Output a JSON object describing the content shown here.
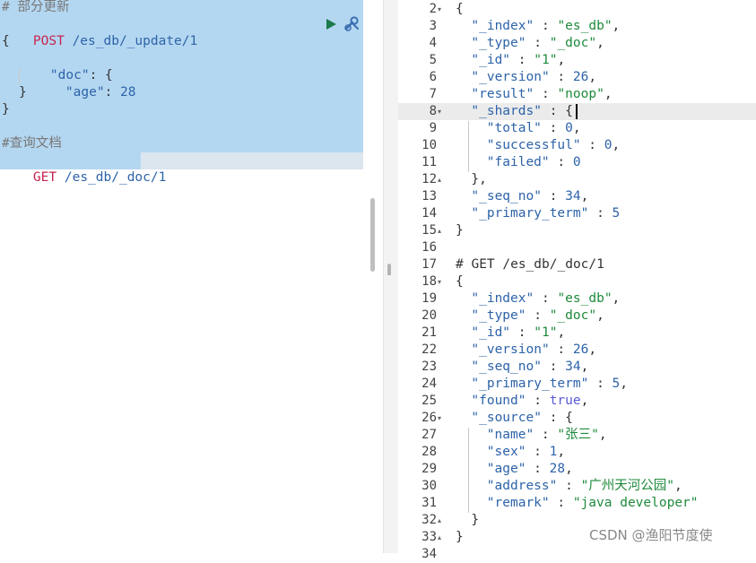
{
  "request": {
    "comment1": "# 部分更新",
    "method1": "POST",
    "path1": " /es_db/_update/1",
    "body": {
      "open": "{",
      "doc_key": "\"doc\"",
      "doc_sep": ": {",
      "age_key": "\"age\"",
      "age_sep": ": ",
      "age_val": "28",
      "inner_close": "}",
      "outer_close": "}"
    },
    "comment2": "#查询文档",
    "method2": "GET",
    "path2": " /es_db/_doc/1"
  },
  "response": {
    "lines": [
      {
        "n": "2",
        "fold": "▾",
        "t": "{"
      },
      {
        "n": "3",
        "k": "\"_index\"",
        "v": "\"es_db\"",
        "vt": "str",
        "c": ","
      },
      {
        "n": "4",
        "k": "\"_type\"",
        "v": "\"_doc\"",
        "vt": "str",
        "c": ","
      },
      {
        "n": "5",
        "k": "\"_id\"",
        "v": "\"1\"",
        "vt": "str",
        "c": ","
      },
      {
        "n": "6",
        "k": "\"_version\"",
        "v": "26",
        "vt": "num",
        "c": ","
      },
      {
        "n": "7",
        "k": "\"result\"",
        "v": "\"noop\"",
        "vt": "str",
        "c": ","
      },
      {
        "n": "8",
        "fold": "▾",
        "k": "\"_shards\"",
        "v": "{",
        "vt": "punc",
        "c": ""
      },
      {
        "n": "9",
        "k": "\"total\"",
        "v": "0",
        "vt": "num",
        "c": ",",
        "d": 2
      },
      {
        "n": "10",
        "k": "\"successful\"",
        "v": "0",
        "vt": "num",
        "c": ",",
        "d": 2
      },
      {
        "n": "11",
        "k": "\"failed\"",
        "v": "0",
        "vt": "num",
        "c": "",
        "d": 2
      },
      {
        "n": "12",
        "fold": "▴",
        "t": "},",
        "d": 1
      },
      {
        "n": "13",
        "k": "\"_seq_no\"",
        "v": "34",
        "vt": "num",
        "c": ","
      },
      {
        "n": "14",
        "k": "\"_primary_term\"",
        "v": "5",
        "vt": "num",
        "c": ""
      },
      {
        "n": "15",
        "fold": "▴",
        "t": "}"
      },
      {
        "n": "16",
        "t": ""
      },
      {
        "n": "17",
        "t": "# GET /es_db/_doc/1",
        "cm": true
      },
      {
        "n": "18",
        "fold": "▾",
        "t": "{"
      },
      {
        "n": "19",
        "k": "\"_index\"",
        "v": "\"es_db\"",
        "vt": "str",
        "c": ","
      },
      {
        "n": "20",
        "k": "\"_type\"",
        "v": "\"_doc\"",
        "vt": "str",
        "c": ","
      },
      {
        "n": "21",
        "k": "\"_id\"",
        "v": "\"1\"",
        "vt": "str",
        "c": ","
      },
      {
        "n": "22",
        "k": "\"_version\"",
        "v": "26",
        "vt": "num",
        "c": ","
      },
      {
        "n": "23",
        "k": "\"_seq_no\"",
        "v": "34",
        "vt": "num",
        "c": ","
      },
      {
        "n": "24",
        "k": "\"_primary_term\"",
        "v": "5",
        "vt": "num",
        "c": ","
      },
      {
        "n": "25",
        "k": "\"found\"",
        "v": "true",
        "vt": "bool",
        "c": ","
      },
      {
        "n": "26",
        "fold": "▾",
        "k": "\"_source\"",
        "v": "{",
        "vt": "punc",
        "c": ""
      },
      {
        "n": "27",
        "k": "\"name\"",
        "v": "\"张三\"",
        "vt": "str",
        "c": ",",
        "d": 2
      },
      {
        "n": "28",
        "k": "\"sex\"",
        "v": "1",
        "vt": "num",
        "c": ",",
        "d": 2
      },
      {
        "n": "29",
        "k": "\"age\"",
        "v": "28",
        "vt": "num",
        "c": ",",
        "d": 2
      },
      {
        "n": "30",
        "k": "\"address\"",
        "v": "\"广州天河公园\"",
        "vt": "str",
        "c": ",",
        "d": 2
      },
      {
        "n": "31",
        "k": "\"remark\"",
        "v": "\"java developer\"",
        "vt": "str",
        "c": "",
        "d": 2
      },
      {
        "n": "32",
        "fold": "▴",
        "t": "}",
        "d": 1
      },
      {
        "n": "33",
        "fold": "▴",
        "t": "}"
      },
      {
        "n": "34",
        "t": ""
      }
    ]
  },
  "watermark": "CSDN @渔阳节度使",
  "colors": {
    "selection": "#b4d7f1",
    "method": "#c7254e",
    "key": "#2d63a9",
    "string": "#1f8a3c"
  },
  "icons": {
    "run": "play-icon",
    "copy_as_curl": "wrench-icon",
    "divider": "drag-handle-icon"
  }
}
